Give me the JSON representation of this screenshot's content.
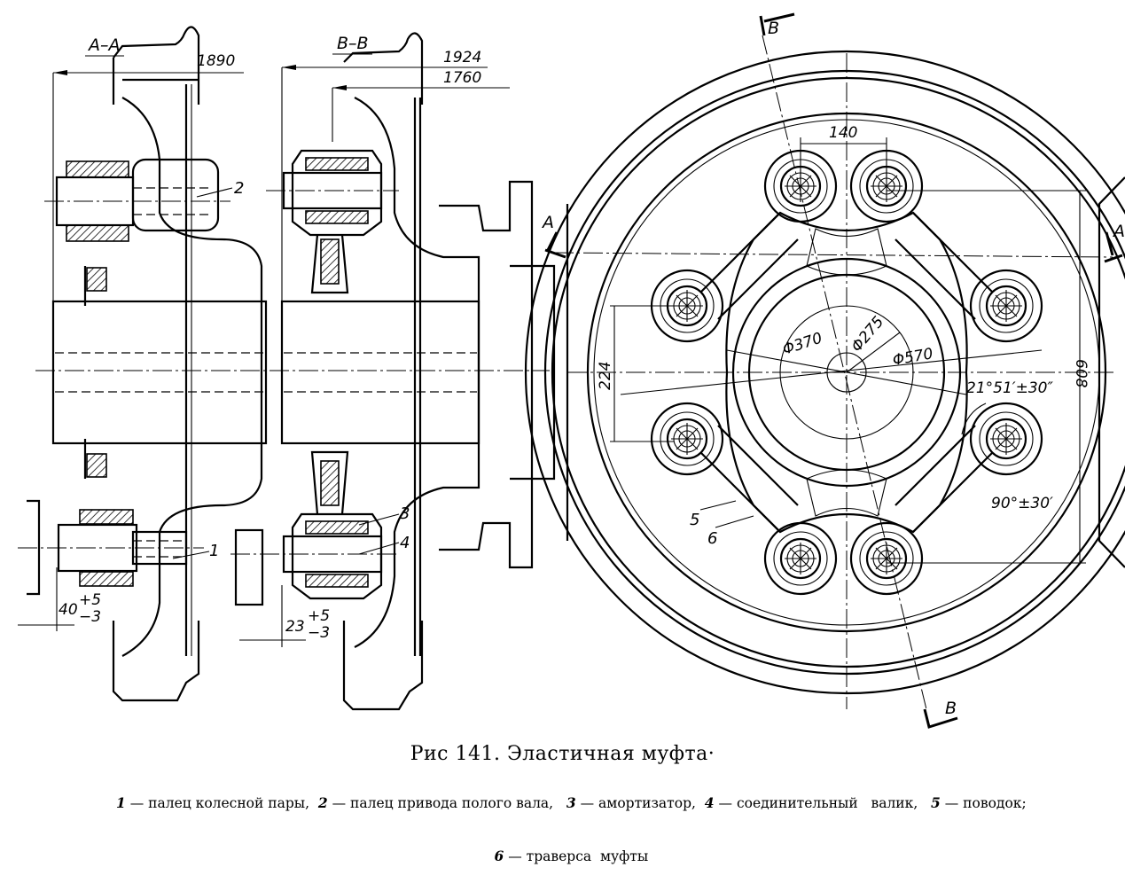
{
  "figure": {
    "caption": "Рис 141. Эластичная муфта·",
    "legend_line1": [
      {
        "num": "1",
        "text": " — палец колесной пары,  "
      },
      {
        "num": "2",
        "text": " — палец привода полого вала,   "
      },
      {
        "num": "3",
        "text": " — амортизатор,  "
      },
      {
        "num": "4",
        "text": " — соединительный   валик,   "
      },
      {
        "num": "5",
        "text": " — поводок;"
      }
    ],
    "legend_line2": [
      {
        "num": "6",
        "text": " — траверса  муфты"
      }
    ]
  },
  "sections": {
    "section_a": "А–А",
    "section_b": "В–В",
    "cut_mark_a_left": "А",
    "cut_mark_a_right": "А",
    "cut_mark_b_top": "В",
    "cut_mark_b_bottom": "В"
  },
  "dimensions": {
    "d1890": "1890",
    "d1924": "1924",
    "d1760": "1760",
    "d40": "40",
    "d40_tol_upper": "+5",
    "d40_tol_lower": "−3",
    "d23": "23",
    "d23_tol_upper": "+5",
    "d23_tol_lower": "−3",
    "d140": "140",
    "d224": "224",
    "d608": "608",
    "phi370": "Φ370",
    "phi275": "Φ275",
    "phi570": "Φ570",
    "angle1": "21°51′±30″",
    "angle2": "90°±30′"
  },
  "part_labels": {
    "p1": "1",
    "p2": "2",
    "p3": "3",
    "p4": "4",
    "p5": "5",
    "p6": "6"
  }
}
